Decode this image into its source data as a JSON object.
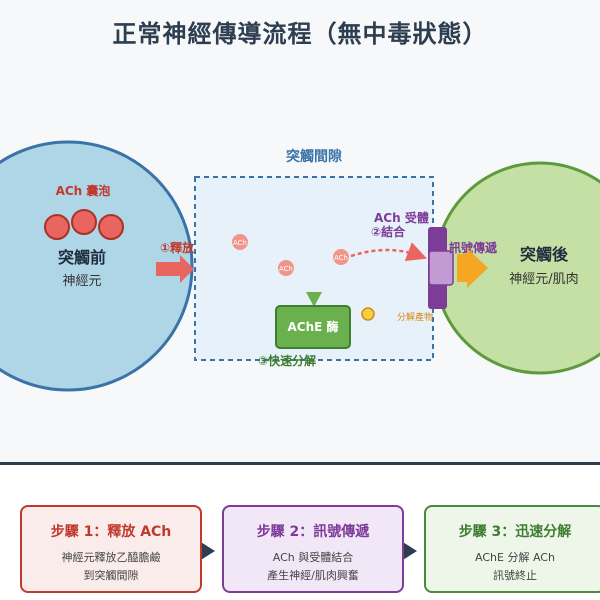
{
  "title": "正常神經傳導流程（無中毒狀態）",
  "cleft_label": "突觸間隙",
  "pre": {
    "label": "突觸前",
    "sub": "神經元",
    "vesicle_label": "ACh 囊泡"
  },
  "post": {
    "label": "突觸後",
    "sub": "神經元/肌肉"
  },
  "ach_molecule": "ACh",
  "ache_label": "AChE 酶",
  "annotations": {
    "release": "①釋放",
    "bind_line1": "ACh 受體",
    "bind_line2": "②結合",
    "signal": "訊號傳遞",
    "breakdown": "③快速分解",
    "product": "分解產物"
  },
  "steps": [
    {
      "title": "步驟 1：釋放 ACh",
      "line1": "神經元釋放乙醯膽鹼",
      "line2": "到突觸間隙"
    },
    {
      "title": "步驟 2：訊號傳遞",
      "line1": "ACh 與受體結合",
      "line2": "產生神經/肌肉興奮"
    },
    {
      "title": "步驟 3：迅速分解",
      "line1": "AChE 分解 ACh",
      "line2": "訊號終止"
    }
  ],
  "colors": {
    "pre_fill": "#aed6e6",
    "pre_stroke": "#3a73a8",
    "post_fill": "#c5e0a5",
    "post_stroke": "#5c9a3c",
    "vesicle": "#e8665f",
    "ache": "#6ab04c",
    "receptor": "#7d3c98",
    "signal_arrow": "#f5a623"
  }
}
